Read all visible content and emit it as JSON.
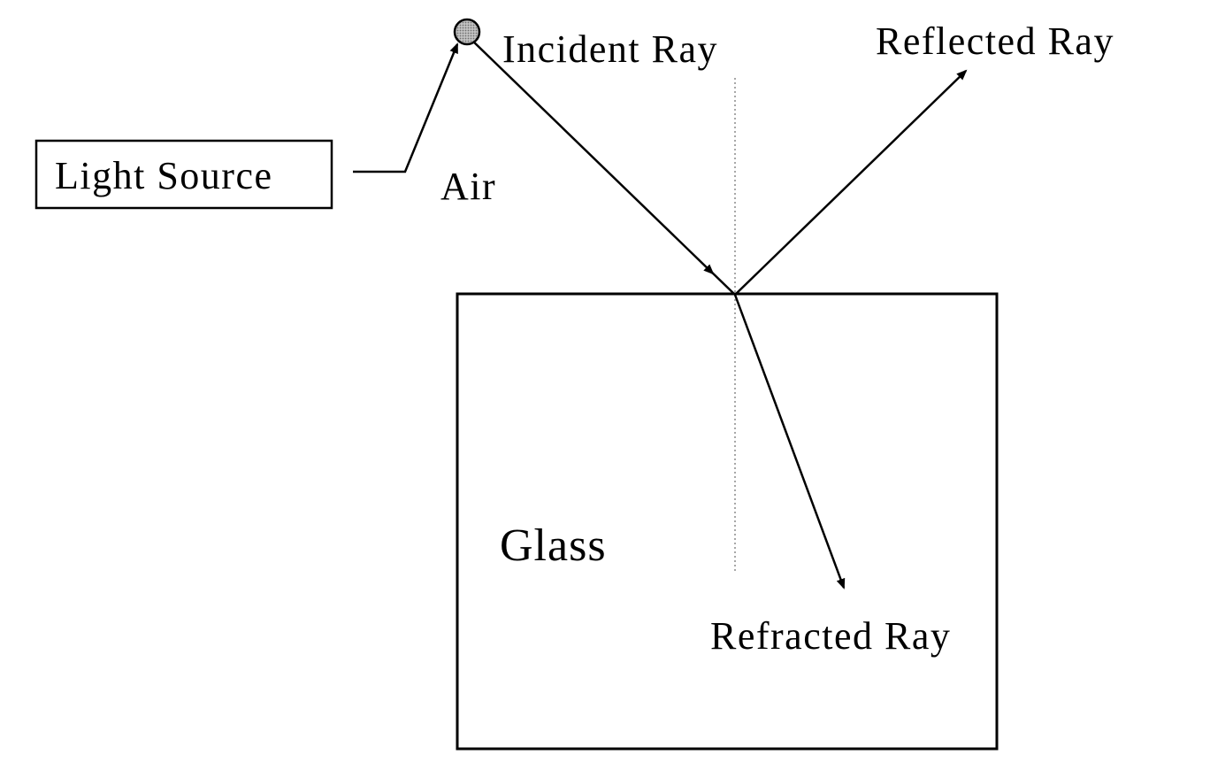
{
  "diagram": {
    "labels": {
      "incident_ray": "Incident Ray",
      "reflected_ray": "Reflected Ray",
      "refracted_ray": "Refracted Ray",
      "light_source": "Light Source",
      "air": "Air",
      "glass": "Glass"
    },
    "colors": {
      "ink": "#000000",
      "background": "#ffffff",
      "source_fill": "#9a9a9a",
      "normal_line": "#8a8a8a"
    }
  }
}
